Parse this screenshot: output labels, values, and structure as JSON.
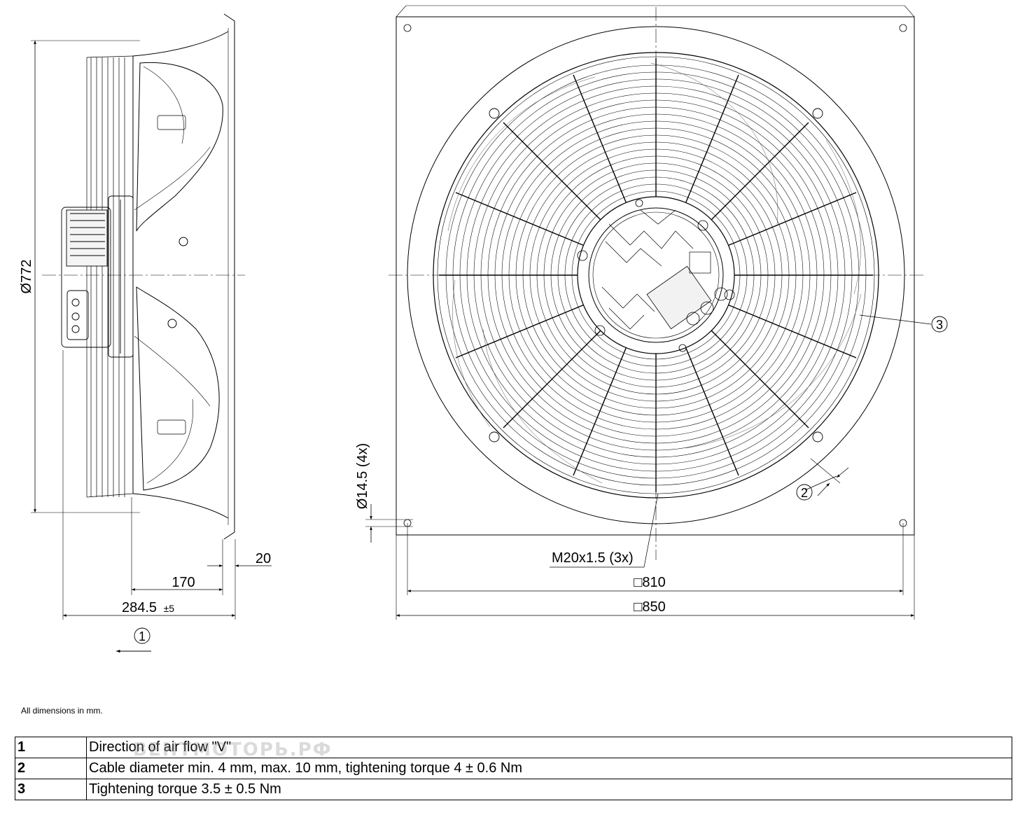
{
  "side_view": {
    "dim_diameter": "Ø772",
    "dim_flange": "20",
    "dim_depth": "170",
    "dim_overall": "284.5",
    "dim_overall_tol": "±5",
    "airflow_marker": "1"
  },
  "front_view": {
    "dim_inner_square": "□810",
    "dim_outer_square": "□850",
    "dim_holes": "Ø14.5 (4x)",
    "cable_gland": "M20x1.5 (3x)",
    "marker_2": "2",
    "marker_3": "3"
  },
  "note": "All dimensions in mm.",
  "watermark": "ВЕНТМОТОРЬ.РФ",
  "legend": [
    {
      "num": "1",
      "text": "Direction of air flow \"V\""
    },
    {
      "num": "2",
      "text": "Cable diameter min. 4 mm, max. 10 mm, tightening torque 4 ± 0.6 Nm"
    },
    {
      "num": "3",
      "text": "Tightening torque 3.5 ± 0.5 Nm"
    }
  ]
}
